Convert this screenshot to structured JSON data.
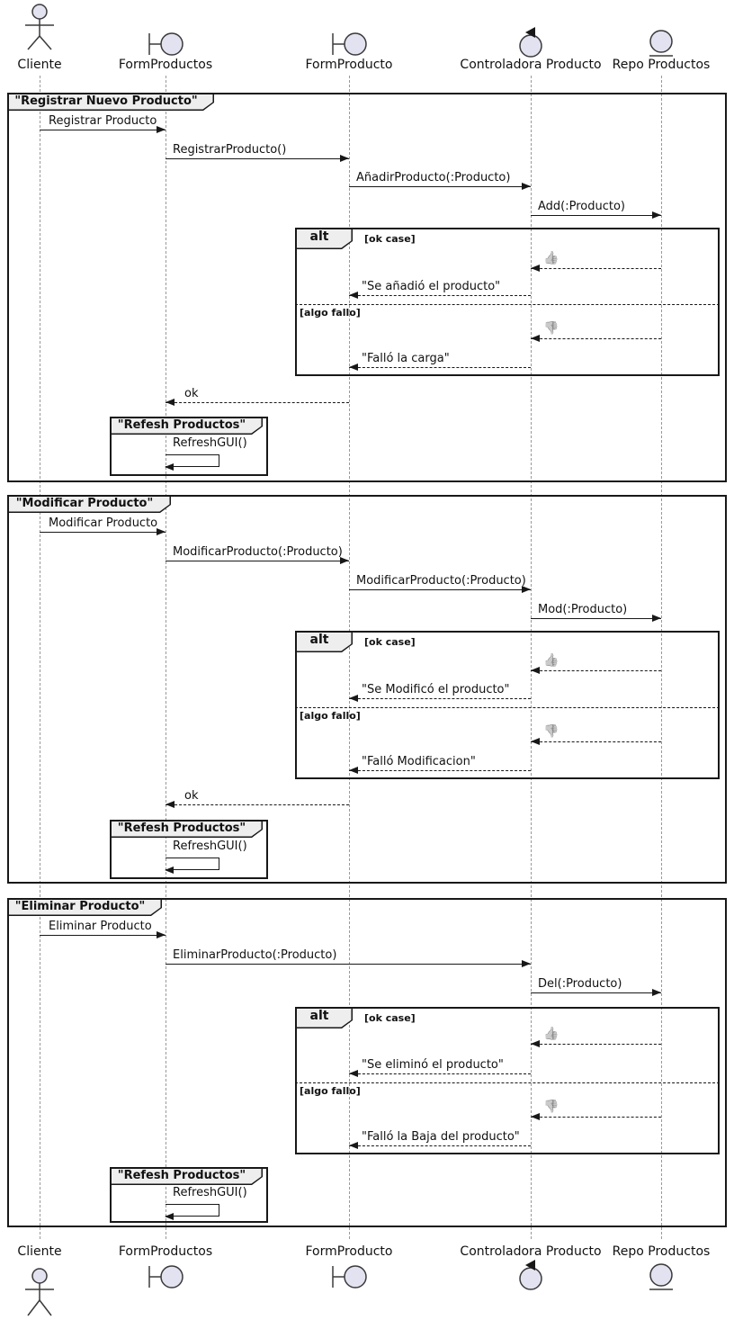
{
  "participants": [
    {
      "name": "Cliente",
      "type": "actor"
    },
    {
      "name": "FormProductos",
      "type": "boundary"
    },
    {
      "name": "FormProducto",
      "type": "boundary"
    },
    {
      "name": "Controladora Producto",
      "type": "control"
    },
    {
      "name": "Repo Productos",
      "type": "entity"
    }
  ],
  "alt_label": "alt",
  "frames": [
    {
      "title": "\"Registrar Nuevo Producto\"",
      "guard_ok": "[ok case]",
      "guard_fail": "[algo fallo]",
      "msgs": {
        "m1": "Registrar Producto",
        "m2": "RegistrarProducto()",
        "m3": "AñadirProducto(:Producto)",
        "m4": "Add(:Producto)",
        "ok_icon": "👍",
        "ok_reply": "\"Se añadió el producto\"",
        "fail_icon": "👎",
        "fail_reply": "\"Falló la carga\"",
        "ret": "ok"
      },
      "refresh": {
        "title": "\"Refesh Productos\"",
        "msg": "RefreshGUI()"
      }
    },
    {
      "title": "\"Modificar Producto\"",
      "guard_ok": "[ok case]",
      "guard_fail": "[algo fallo]",
      "msgs": {
        "m1": "Modificar Producto",
        "m2": "ModificarProducto(:Producto)",
        "m3": "ModificarProducto(:Producto)",
        "m4": "Mod(:Producto)",
        "ok_icon": "👍",
        "ok_reply": "\"Se Modificó el producto\"",
        "fail_icon": "👎",
        "fail_reply": "\"Falló Modificacion\"",
        "ret": "ok"
      },
      "refresh": {
        "title": "\"Refesh Productos\"",
        "msg": "RefreshGUI()"
      }
    },
    {
      "title": "\"Eliminar Producto\"",
      "guard_ok": "[ok case]",
      "guard_fail": "[algo fallo]",
      "msgs": {
        "m1": "Eliminar Producto",
        "m2": "EliminarProducto(:Producto)",
        "m3": "Del(:Producto)",
        "ok_icon": "👍",
        "ok_reply": "\"Se eliminó el producto\"",
        "fail_icon": "👎",
        "fail_reply": "\"Falló la Baja del producto\""
      },
      "refresh": {
        "title": "\"Refesh Productos\"",
        "msg": "RefreshGUI()"
      }
    }
  ]
}
